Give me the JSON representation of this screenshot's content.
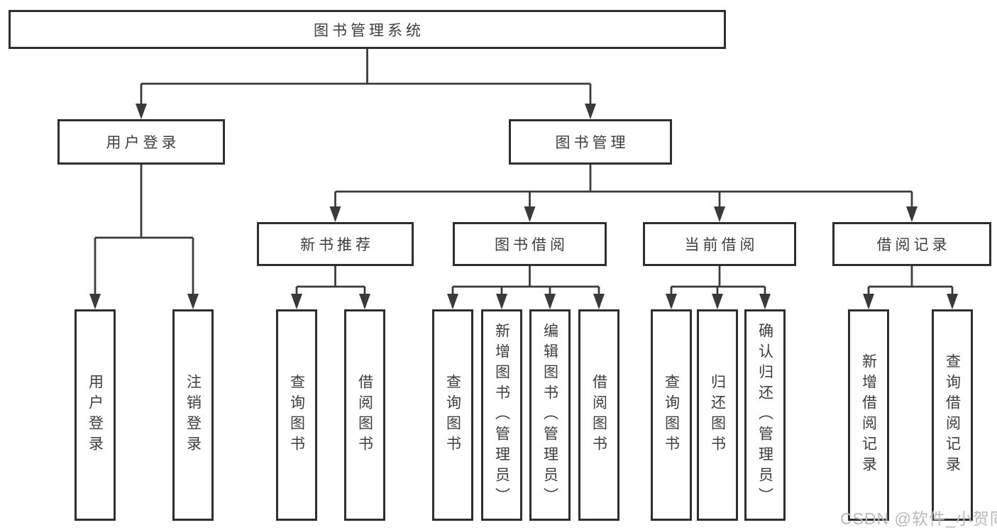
{
  "diagram": {
    "root": {
      "label": "图书管理系统"
    },
    "level1": [
      {
        "label": "用户登录"
      },
      {
        "label": "图书管理"
      }
    ],
    "level2": [
      {
        "label": "新书推荐"
      },
      {
        "label": "图书借阅"
      },
      {
        "label": "当前借阅"
      },
      {
        "label": "借阅记录"
      }
    ],
    "leaves": [
      {
        "label": "用户登录"
      },
      {
        "label": "注销登录"
      },
      {
        "label": "查询图书"
      },
      {
        "label": "借阅图书"
      },
      {
        "label": "查询图书"
      },
      {
        "label": "新增图书（管理员）"
      },
      {
        "label": "编辑图书（管理员）"
      },
      {
        "label": "借阅图书"
      },
      {
        "label": "查询图书"
      },
      {
        "label": "归还图书"
      },
      {
        "label": "确认归还（管理员）"
      },
      {
        "label": "新增借阅记录"
      },
      {
        "label": "查询借阅记录"
      }
    ]
  },
  "watermark": {
    "text": "CSDN @软件_小贺同学"
  },
  "colors": {
    "line": "#3a3a3a",
    "box_border": "#2e2e2e",
    "text": "#3d3d3d",
    "watermark": "#b9b9b9",
    "background": "#ffffff"
  }
}
